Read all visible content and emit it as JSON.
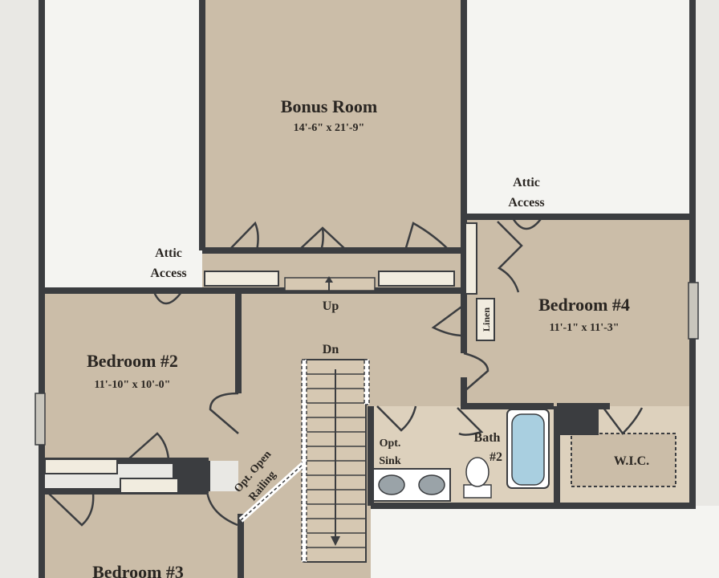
{
  "rooms": {
    "bonus_room": {
      "name": "Bonus Room",
      "dims": "14'-6\" x 21'-9\""
    },
    "bedroom_2": {
      "name": "Bedroom #2",
      "dims": "11'-10\" x 10'-0\""
    },
    "bedroom_3": {
      "name": "Bedroom #3"
    },
    "bedroom_4": {
      "name": "Bedroom #4",
      "dims": "11'-1\" x 11'-3\""
    },
    "bath_2": {
      "name_line1": "Bath",
      "name_line2": "#2"
    },
    "wic": {
      "name": "W.I.C."
    }
  },
  "labels": {
    "attic_access_left_1": "Attic",
    "attic_access_left_2": "Access",
    "attic_access_right_1": "Attic",
    "attic_access_right_2": "Access",
    "up": "Up",
    "dn": "Dn",
    "linen": "Linen",
    "opt_sink_1": "Opt.",
    "opt_sink_2": "Sink",
    "opt_open_railing_1": "Opt. Open",
    "opt_open_railing_2": "Railing"
  },
  "colors": {
    "floor": "#cbbda8",
    "wall": "#3b3d40",
    "attic": "#f4f4f1",
    "tub": "#a9cfe0"
  }
}
